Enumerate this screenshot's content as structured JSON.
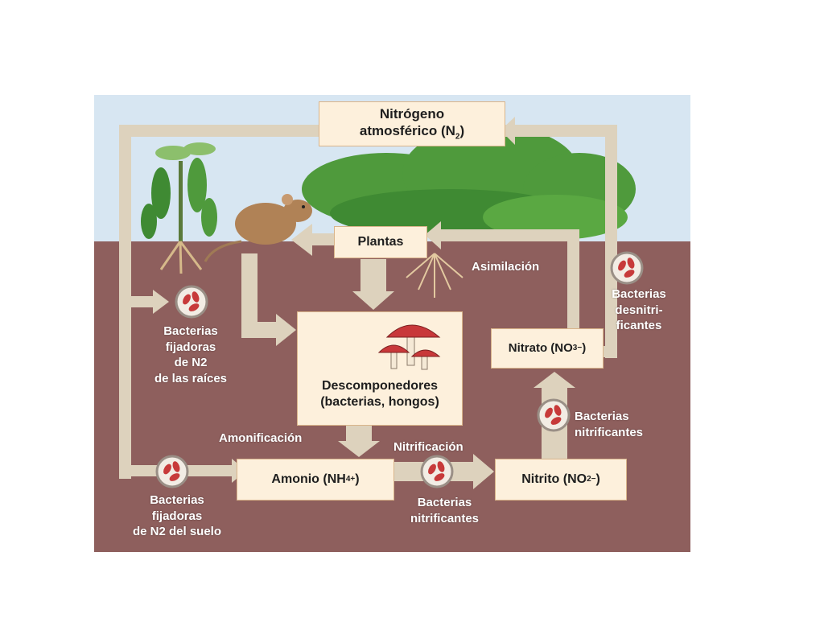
{
  "colors": {
    "sky": "#d7e6f2",
    "soil": "#8e5f5d",
    "arrow": "#ddd2bd",
    "box_fill": "#fdf0dc",
    "box_border": "#d9b48a",
    "bacteria": "#c73a3a",
    "mushroom_cap": "#c8383a",
    "foliage": "#4f9a3c"
  },
  "nodes": {
    "n2": {
      "line1": "Nitrógeno",
      "line2_pre": "atmosférico (N",
      "sub": "2",
      "line2_post": ")"
    },
    "plantas": {
      "label": "Plantas"
    },
    "descomponedores": {
      "line1": "Descomponedores",
      "line2": "(bacterias, hongos)"
    },
    "amonio": {
      "pre": "Amonio (NH",
      "sub": "4",
      "sup": "+",
      "post": ")"
    },
    "nitrito": {
      "pre": "Nitrito (NO",
      "sub": "2",
      "sup": "−",
      "post": ")"
    },
    "nitrato": {
      "pre": "Nitrato (NO",
      "sub": "3",
      "sup": "−",
      "post": ")"
    }
  },
  "labels": {
    "asimilacion": "Asimilación",
    "amonificacion": "Amonificación",
    "nitrificacion": "Nitrificación",
    "bact_raices": [
      "Bacterias",
      "fijadoras",
      "de N2",
      "de las raíces"
    ],
    "bact_suelo": [
      "Bacterias",
      "fijadoras",
      "de N2 del suelo"
    ],
    "bact_nitrif_bottom": [
      "Bacterias",
      "nitrificantes"
    ],
    "bact_nitrif_right": [
      "Bacterias",
      "nitrificantes"
    ],
    "bact_desnitrif": [
      "Bacterias",
      "desnitri-",
      "ficantes"
    ]
  }
}
